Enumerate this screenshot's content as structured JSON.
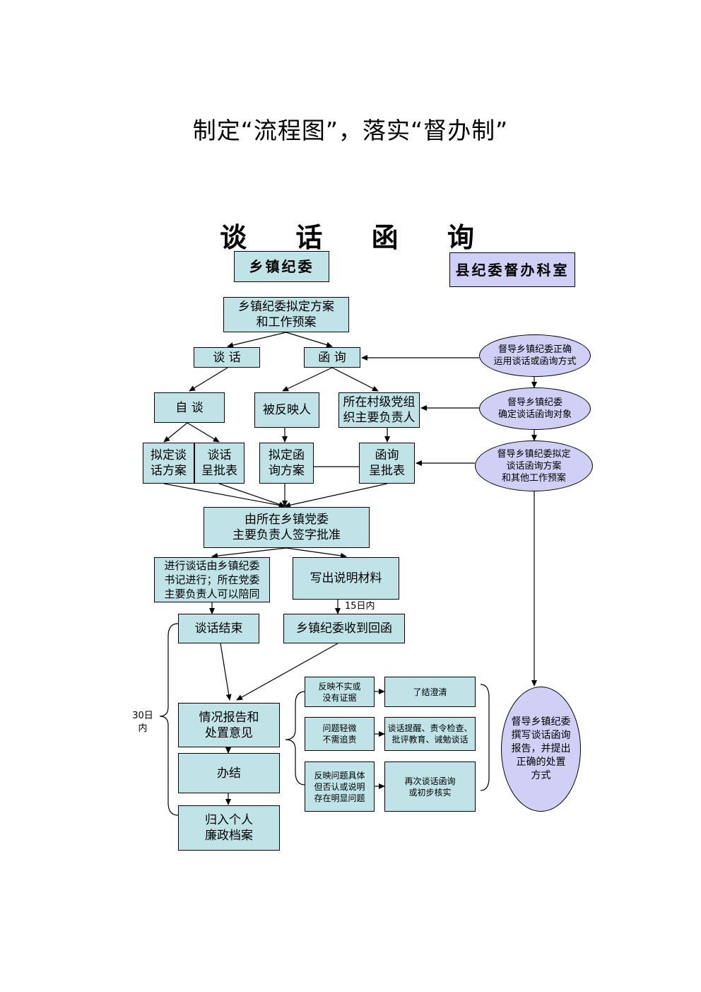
{
  "page_title": "制定“流程图”，落实“督办制”",
  "chart_title": "谈 话 函 询",
  "lanes": {
    "township": "乡镇纪委",
    "county": "县纪委督办科室"
  },
  "boxes": {
    "draft_plan": "乡镇纪委拟定方案\n和工作预案",
    "talk": "谈 话",
    "letter": "函 询",
    "self_talk": "自 谈",
    "reported_person": "被反映人",
    "village_leader": "所在村级党组\n织主要负责人",
    "talk_plan": "拟定谈\n话方案",
    "talk_approval": "谈话\n呈批表",
    "letter_plan": "拟定函\n询方案",
    "letter_approval": "函询\n呈批表",
    "party_sign": "由所在乡镇党委\n主要负责人签字批准",
    "conduct_talk": "进行谈话由乡镇纪委\n书记进行；所在党委\n主要负责人可以陪同",
    "write_explanation": "写出说明材料",
    "talk_end": "谈话结束",
    "receive_reply": "乡镇纪委收到回函",
    "report": "情况报告和\n处置意见",
    "conclude": "办结",
    "archive": "归入个人\n廉政档案",
    "case_untrue": "反映不实或\n没有证据",
    "case_minor": "问题轻微\n不需追责",
    "case_specific": "反映问题具体\n但否认或说明\n存在明显问题",
    "result_close": "了结澄清",
    "result_educate": "谈话提醒、责令检查、\n批评教育、诫勉谈话",
    "result_recheck": "再次谈话函询\n或初步核实"
  },
  "ellipses": {
    "guide_method": "督导乡镇纪委正确\n运用谈话或函询方式",
    "guide_target": "督导乡镇纪委\n确定谈话函询对象",
    "guide_plan": "督导乡镇纪委拟定\n谈话函询方案\n和其他工作预案",
    "guide_report": "督导乡镇纪委\n撰写谈话函询\n报告，并提出\n正确的处置\n方式"
  },
  "notes": {
    "fifteen_days": "15日内",
    "thirty_days": "30日\n内"
  }
}
